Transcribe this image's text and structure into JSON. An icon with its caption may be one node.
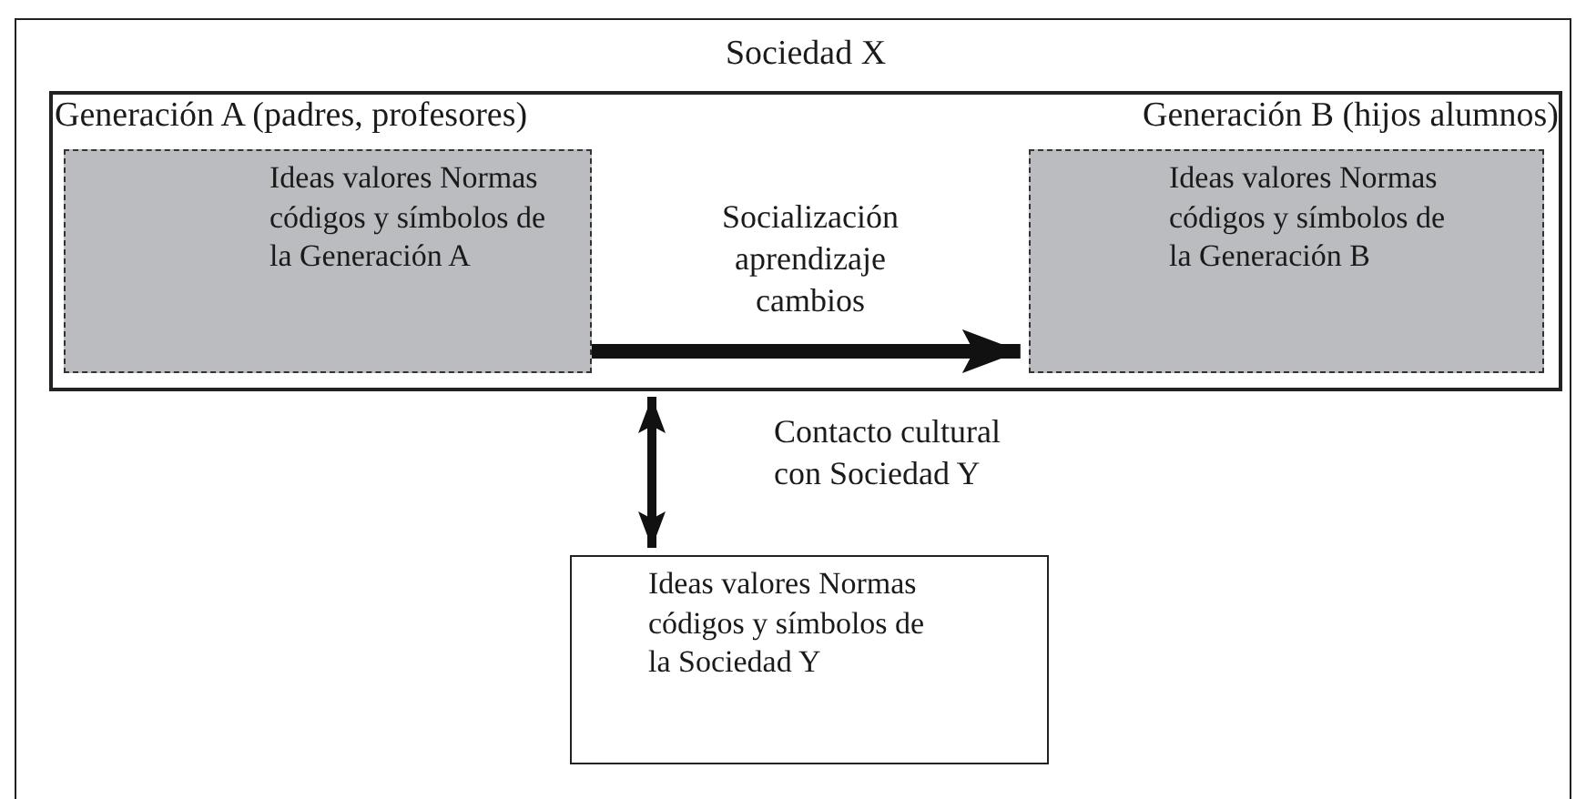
{
  "diagram": {
    "nodes": [
      {
        "text": [
          "Sociedad X"
        ]
      },
      {
        "text": [
          "Generación A (padres, profesores)",
          "Ideas valores Normas códigos y símbolos de la Generación A"
        ],
        "in": 0
      },
      {
        "text": [
          "Generación B (hijos alumnos)",
          "Ideas valores Normas códigos y símbolos de la Generación B"
        ],
        "in": 0
      },
      {
        "text": [
          "Ideas valores Normas códigos y símbolos de la Sociedad Y"
        ]
      }
    ],
    "edges": [
      {
        "from": 1,
        "to": 2,
        "arrow": "to",
        "label": "Socialización aprendizaje cambios"
      },
      {
        "from": 0,
        "to": 3,
        "arrow": "both",
        "label": "Contacto cultural con Sociedad Y"
      }
    ]
  }
}
